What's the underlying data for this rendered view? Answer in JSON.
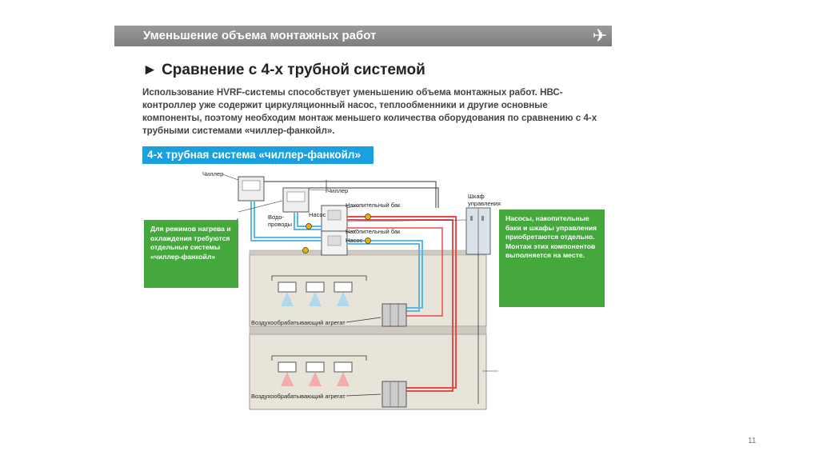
{
  "header": {
    "title": "Уменьшение объема монтажных работ",
    "icon": "mitsubishi-logo-icon"
  },
  "section_title": "► Сравнение с 4-х трубной системой",
  "description": "Использование HVRF-системы способствует уменьшению объема монтажных работ. НВС-контроллер уже содержит циркуляционный насос, теплообменники и другие основные компоненты, поэтому необходим монтаж меньшего количества оборудования по сравнению с 4-х трубными системами «чиллер-фанкойл».",
  "sub_banner": "4-х трубная система «чиллер-фанкойл»",
  "diagram": {
    "labels": {
      "chiller1": "Чиллер",
      "chiller2": "Чиллер",
      "water_pipes": "Водо-\nпроводы",
      "pump1": "Насос",
      "tank1": "Накопительный бак",
      "tank2": "Накопительный бак",
      "pump2": "Насос",
      "cabinet": "Шкаф\nуправления",
      "ahu1": "Воздухообрабатывающий агрегат",
      "ahu2": "Воздухообрабатывающий агрегат"
    },
    "callout_left": "Для режимов нагрева и охлаждения требуются отдельные системы «чиллер-фанкойл»",
    "callout_right": "Насосы, накопительные баки и шкафы управления приобретаются отдельно. Монтаж этих компонентов выполняется на месте.",
    "colors": {
      "hot": "#e84a4a",
      "cold": "#5bb8e8",
      "callout": "#45a83d",
      "floor": "#e8e4da"
    }
  },
  "page_number": "11"
}
